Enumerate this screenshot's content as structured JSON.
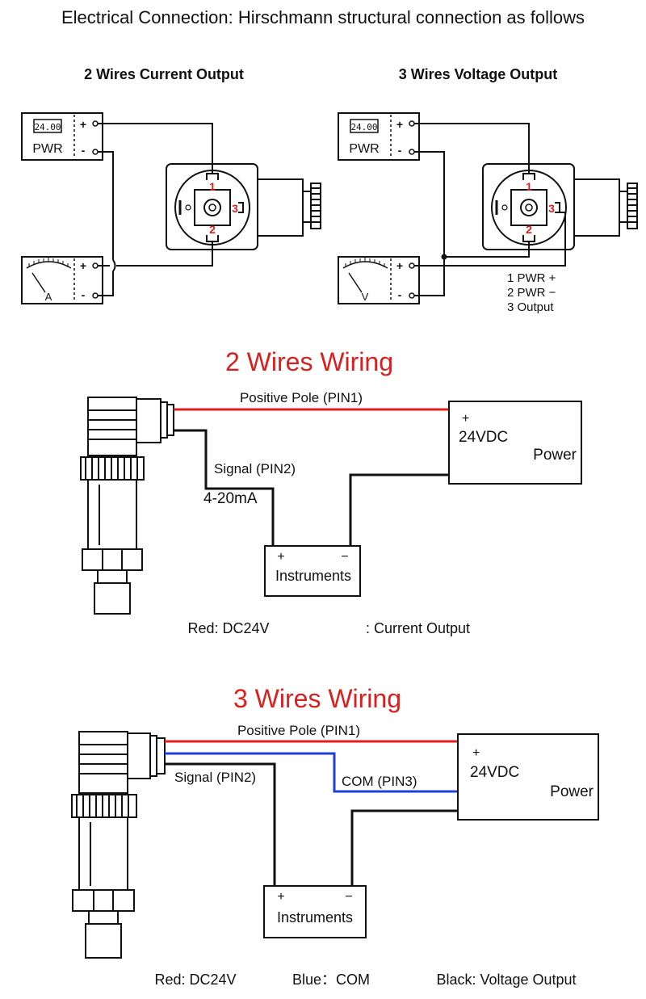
{
  "header": {
    "title": "Electrical Connection: Hirschmann structural connection as follows"
  },
  "top": {
    "left_title": "2 Wires Current Output",
    "right_title": "3 Wires Voltage Output",
    "display_value": "24.00",
    "pwr_label": "PWR",
    "plus": "+",
    "minus": "-",
    "ammeter_label": "A",
    "voltmeter_label": "V",
    "pin1": "1",
    "pin2": "2",
    "pin3": "3",
    "legend": [
      "1 PWR +",
      "2 PWR −",
      "3 Output"
    ]
  },
  "two_wire": {
    "title": "2 Wires Wiring",
    "positive_pole": "Positive Pole (PIN1)",
    "signal": "Signal (PIN2)",
    "current": "4-20mA",
    "power_plus": "+",
    "power_voltage": "24VDC",
    "power_label": "Power",
    "inst_plus": "+",
    "inst_minus": "−",
    "instruments": "Instruments",
    "footer_red": "Red: DC24V",
    "footer_current": ": Current Output"
  },
  "three_wire": {
    "title": "3 Wires Wiring",
    "positive_pole": "Positive Pole (PIN1)",
    "signal": "Signal (PIN2)",
    "com": "COM (PIN3)",
    "power_plus": "+",
    "power_voltage": "24VDC",
    "power_label": "Power",
    "inst_plus": "+",
    "inst_minus": "−",
    "instruments": "Instruments",
    "footer_red": "Red: DC24V",
    "footer_blue": "Blue：COM",
    "footer_black": "Black: Voltage Output"
  },
  "colors": {
    "red_wire": "#e01e1e",
    "blue_wire": "#1f3fd6",
    "black_wire": "#111111",
    "title_red": "#d8201f"
  }
}
